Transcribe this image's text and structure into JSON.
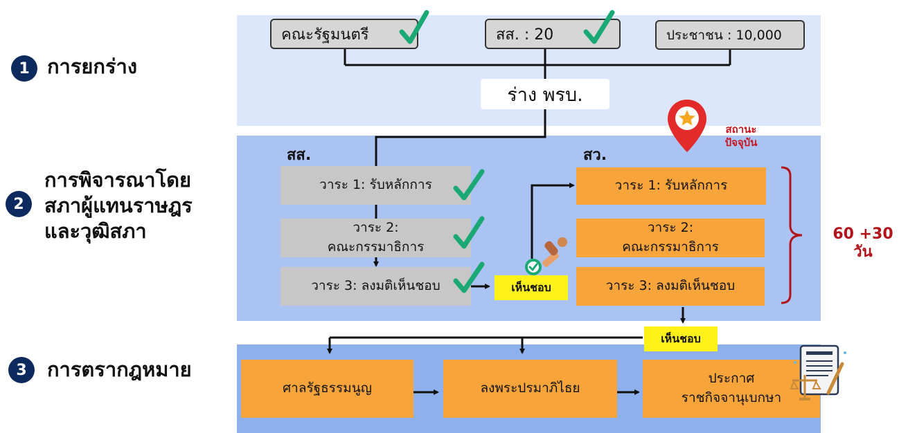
{
  "steps": [
    {
      "number": "1",
      "title": "การยกร่าง"
    },
    {
      "number": "2",
      "title": "การพิจารณาโดย\nสภาผู้แทนราษฎร\nและวุฒิสภา"
    },
    {
      "number": "3",
      "title": "การตรากฎหมาย"
    }
  ],
  "drafting": {
    "sources": [
      "คณะรัฐมนตรี",
      "สส. : 20",
      "ประชาชน : 10,000"
    ],
    "draft_label": "ร่าง พรบ."
  },
  "house": {
    "label": "สส.",
    "readings": [
      "วาระ 1: รับหลักการ",
      "วาระ 2:\nคณะกรรมาธิการ",
      "วาระ 3: ลงมติเห็นชอบ"
    ]
  },
  "senate": {
    "label": "สว.",
    "readings": [
      "วาระ 1: รับหลักการ",
      "วาระ 2:\nคณะกรรมาธิการ",
      "วาระ 3: ลงมติเห็นชอบ"
    ],
    "status_label": "สถานะ\nปัจจุบัน",
    "duration_label": "60 +30\nวัน"
  },
  "approval_tags": [
    "เห็นชอบ",
    "เห็นชอบ"
  ],
  "enactment": [
    "ศาลรัฐธรรมนูญ",
    "ลงพระปรมาภิไธย",
    "ประกาศ\nราชกิจจานุเบกษา"
  ],
  "colors": {
    "check": "#1aa874",
    "orange": "#f7a43b",
    "navy": "#0d2a5e",
    "red": "#c8161d"
  }
}
